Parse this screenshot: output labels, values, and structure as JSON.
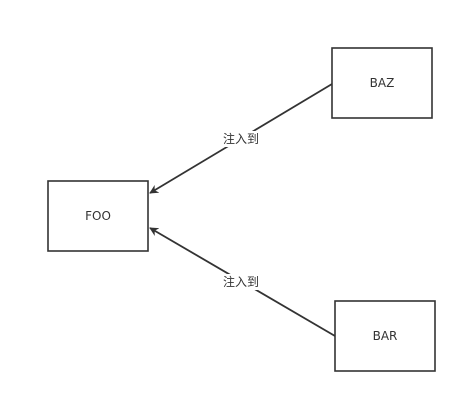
{
  "diagram": {
    "nodes": {
      "foo": {
        "label": "FOO"
      },
      "baz": {
        "label": "BAZ"
      },
      "bar": {
        "label": "BAR"
      }
    },
    "edges": {
      "baz_to_foo": {
        "label": "注入到"
      },
      "bar_to_foo": {
        "label": "注入到"
      }
    }
  }
}
